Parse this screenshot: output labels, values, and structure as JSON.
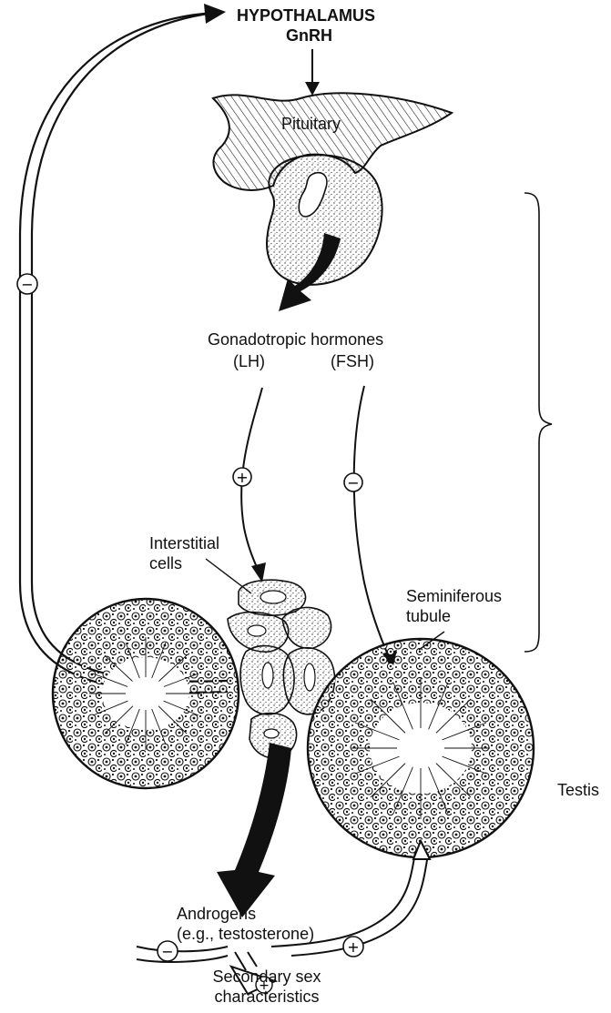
{
  "labels": {
    "hypothalamus": "HYPOTHALAMUS",
    "gnrh": "GnRH",
    "pituitary": "Pituitary",
    "gonadotropic": "Gonadotropic hormones",
    "lh": "(LH)",
    "fsh": "(FSH)",
    "interstitial_1": "Interstitial",
    "interstitial_2": "cells",
    "seminiferous_1": "Seminiferous",
    "seminiferous_2": "tubule",
    "testis": "Testis",
    "androgens_1": "Androgens",
    "androgens_2": "(e.g., testosterone)",
    "secondary_1": "Secondary sex",
    "secondary_2": "characteristics"
  },
  "signs": {
    "lh_pathway": "+",
    "fsh_pathway": "−",
    "feedback_to_hypothalamus": "−",
    "androgen_feedback": "−",
    "androgen_to_tubule": "+",
    "secondary_effect": "+"
  }
}
